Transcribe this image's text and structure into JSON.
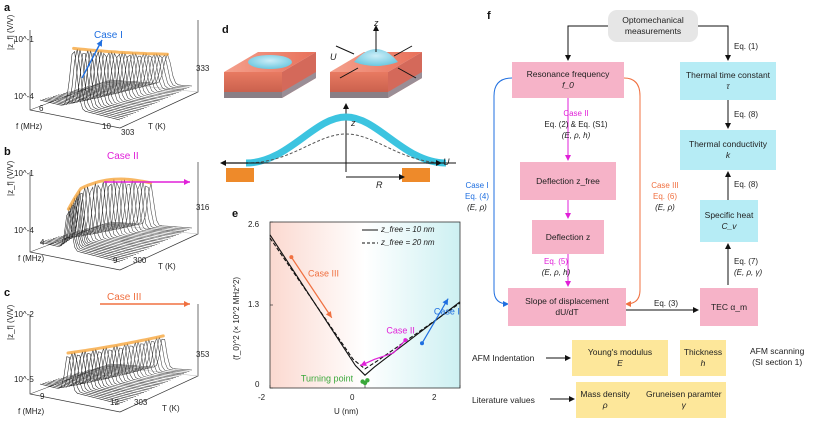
{
  "panels": {
    "a": {
      "label": "a",
      "case": "Case I",
      "zlabel": "|z_f| (V/V)",
      "ztick_top": "10^-1",
      "ztick_bot": "10^-4",
      "f_label": "f (MHz)",
      "f_ticks": [
        "6",
        "10"
      ],
      "t_label": "T (K)",
      "t_ticks": [
        "303",
        "333"
      ],
      "case_color": "#1f6fe0"
    },
    "b": {
      "label": "b",
      "case": "Case II",
      "zlabel": "|z_f| (V/V)",
      "ztick_top": "10^-1",
      "ztick_bot": "10^-4",
      "f_label": "f (MHz)",
      "f_ticks": [
        "4",
        "9"
      ],
      "t_label": "T (K)",
      "t_ticks": [
        "300",
        "316"
      ],
      "case_color": "#e020d8"
    },
    "c": {
      "label": "c",
      "case": "Case III",
      "zlabel": "|z_f| (V/V)",
      "ztick_top": "10^-2",
      "ztick_bot": "10^-5",
      "f_label": "f (MHz)",
      "f_ticks": [
        "9",
        "12"
      ],
      "t_label": "T (K)",
      "t_ticks": [
        "303",
        "353"
      ],
      "case_color": "#f07040"
    },
    "d": {
      "label": "d",
      "labels": {
        "U1": "U",
        "U2": "U",
        "z1": "z",
        "z2": "z",
        "R": "R"
      }
    },
    "e": {
      "label": "e"
    },
    "f": {
      "label": "f"
    }
  },
  "chart_data": {
    "type": "line",
    "ylabel": "(f_0)^2 (× 10^2 MHz^2)",
    "xlabel": "U (nm)",
    "xlim": [
      -2,
      2
    ],
    "ylim": [
      0,
      2.6
    ],
    "x_ticks": [
      "-2",
      "0",
      "2"
    ],
    "y_ticks": [
      "2.6",
      "1.3",
      "0"
    ],
    "series": [
      {
        "name": "z_free = 10 nm",
        "style": "solid",
        "x": [
          -2,
          -0.2,
          0,
          0.2,
          2
        ],
        "y": [
          2.4,
          0.35,
          0.2,
          0.33,
          1.35
        ]
      },
      {
        "name": "z_free = 20 nm",
        "style": "dashed",
        "x": [
          -2,
          -0.25,
          0,
          0.25,
          2
        ],
        "y": [
          2.35,
          0.45,
          0.3,
          0.42,
          1.33
        ]
      }
    ],
    "annotations": [
      {
        "text": "Case III",
        "color": "#f07040",
        "x": -1.2,
        "y": 1.75
      },
      {
        "text": "Case I",
        "color": "#1f6fe0",
        "x": 1.45,
        "y": 1.15
      },
      {
        "text": "Case II",
        "color": "#e020d8",
        "x": 0.45,
        "y": 0.85
      },
      {
        "text": "Turning point",
        "color": "#3aa83a",
        "x": -1.35,
        "y": 0.1
      }
    ],
    "arrows": [
      {
        "color": "#f07040",
        "x": [
          -1.55,
          -0.7
        ],
        "y": [
          2.05,
          1.1
        ]
      },
      {
        "color": "#1f6fe0",
        "x": [
          1.2,
          1.75
        ],
        "y": [
          0.7,
          1.4
        ]
      },
      {
        "color": "#e020d8",
        "x": [
          0.85,
          -0.1
        ],
        "y": [
          0.75,
          0.35
        ]
      }
    ]
  },
  "flow": {
    "top": "Optomechanical measurements",
    "resonance": "Resonance frequency",
    "resonance_sym": "f_0",
    "deflection_free": "Deflection z_free",
    "deflection": "Deflection z",
    "slope": "Slope of displacement",
    "slope_sym": "dU/dT",
    "thermal_time": "Thermal time constant",
    "thermal_time_sym": "τ",
    "thermal_cond": "Thermal conductivity",
    "thermal_cond_sym": "k",
    "specific_heat": "Specific heat",
    "specific_heat_sym": "C_v",
    "tec": "TEC α_m",
    "youngs": "Young's modulus",
    "youngs_sym": "E",
    "thickness": "Thickness",
    "thickness_sym": "h",
    "density": "Mass density",
    "density_sym": "ρ",
    "gruneisen": "Gruneisen paramter",
    "gruneisen_sym": "γ",
    "afm_indent": "AFM Indentation",
    "afm_scan_1": "AFM scanning",
    "afm_scan_2": "(SI section 1)",
    "lit": "Literature values",
    "case2_title": "Case II",
    "case2_eq": "Eq. (2) & Eq. (S1)",
    "case2_params": "(E, ρ, h)",
    "case1_title": "Case I",
    "case1_eq": "Eq. (4)",
    "case1_params": "(E, ρ)",
    "case3_title": "Case III",
    "case3_eq": "Eq. (6)",
    "case3_params": "(E, ρ)",
    "eq5": "Eq. (5)",
    "eq5_params": "(E, ρ, h)",
    "eq1": "Eq. (1)",
    "eq8a": "Eq. (8)",
    "eq8b": "Eq. (8)",
    "eq7": "Eq. (7)",
    "eq7_params": "(E, ρ, γ)",
    "eq3": "Eq. (3)"
  }
}
